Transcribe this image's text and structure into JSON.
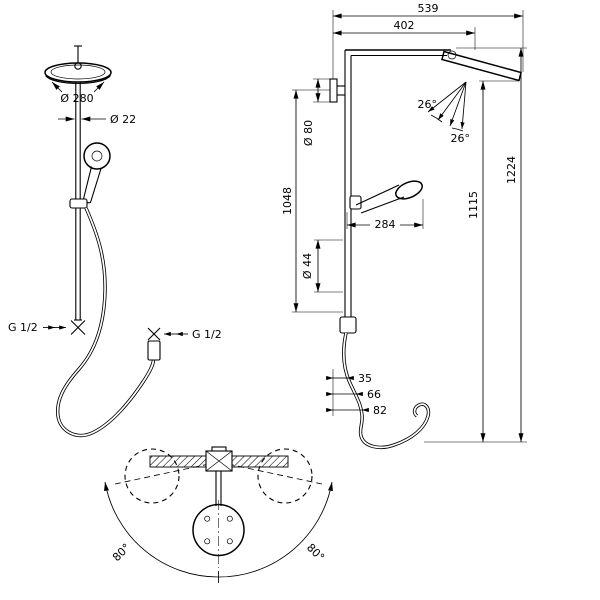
{
  "colors": {
    "line": "#000000",
    "background": "#ffffff"
  },
  "drawing": {
    "front_view": {
      "head_diameter": "Ø 280",
      "pipe_diameter": "Ø 22",
      "left_connection": "G 1/2",
      "right_connection": "G 1/2"
    },
    "side_view": {
      "overall_projection": "539",
      "arm_projection": "402",
      "spray_angle_upper": "26°",
      "spray_angle_lower": "26°",
      "escutcheon_diameter": "Ø 80",
      "riser_length": "1048",
      "connector_diameter": "Ø 44",
      "handshower_projection": "284",
      "height_spray_face": "1115",
      "overall_height": "1224",
      "hose_depth_1": "35",
      "hose_depth_2": "66",
      "hose_depth_3": "82"
    },
    "top_view": {
      "swivel_left": "80°",
      "swivel_right": "80°"
    }
  }
}
